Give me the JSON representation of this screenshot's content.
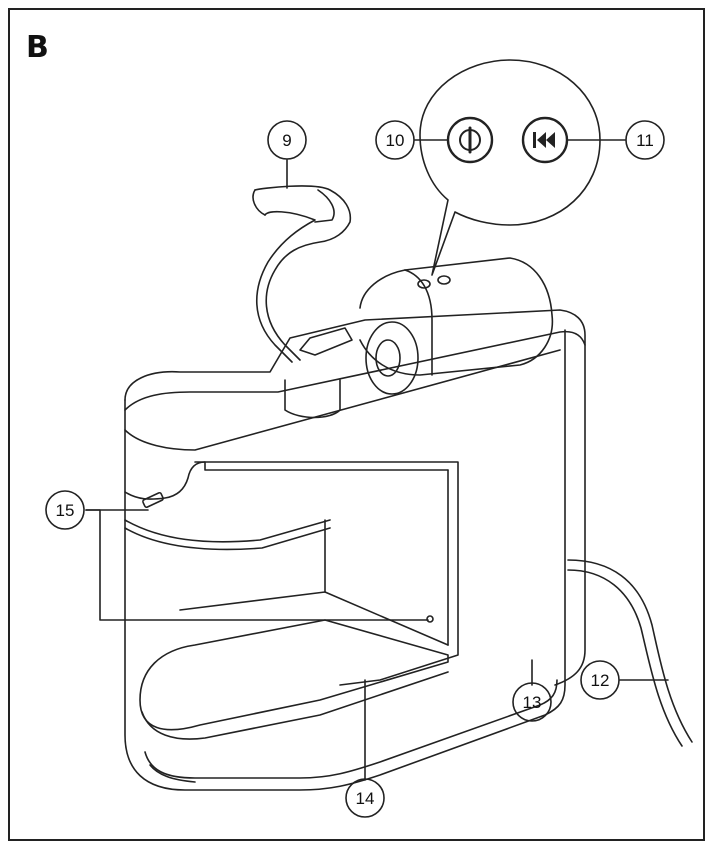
{
  "section_letter": "B",
  "callouts": {
    "c9": "9",
    "c10": "10",
    "c11": "11",
    "c12": "12",
    "c13": "13",
    "c14": "14",
    "c15": "15"
  },
  "icons": {
    "power": "power-icon",
    "rewind": "skip-back-icon"
  },
  "colors": {
    "line": "#222222",
    "background": "#ffffff"
  }
}
